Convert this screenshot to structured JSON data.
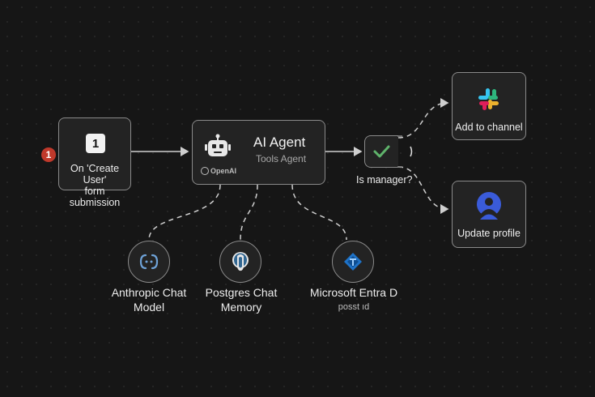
{
  "trigger": {
    "badge": "1",
    "number": "1",
    "label_line1": "On 'Create User'",
    "label_line2": "form submission"
  },
  "agent": {
    "title": "AI Agent",
    "subtitle": "Tools Agent",
    "brand": "OpenAI"
  },
  "condition": {
    "label": "Is manager?"
  },
  "slack": {
    "label": "Add to channel"
  },
  "profile": {
    "label": "Update profile"
  },
  "sub_nodes": [
    {
      "line1": "Anthropic Chat",
      "line2": "Model"
    },
    {
      "line1": "Postgres Chat",
      "line2": "Memory"
    },
    {
      "line1": "Microsoft Entra D",
      "line2": "posst ıd"
    }
  ],
  "colors": {
    "background": "#161616",
    "node_fill": "#232323",
    "node_border": "#8a8a8a",
    "badge_red": "#c0392b",
    "check_green": "#5fb36b",
    "profile_blue": "#3a5bd9",
    "entra_blue": "#1e73c8",
    "anthropic_blue": "#6fa3d8"
  }
}
